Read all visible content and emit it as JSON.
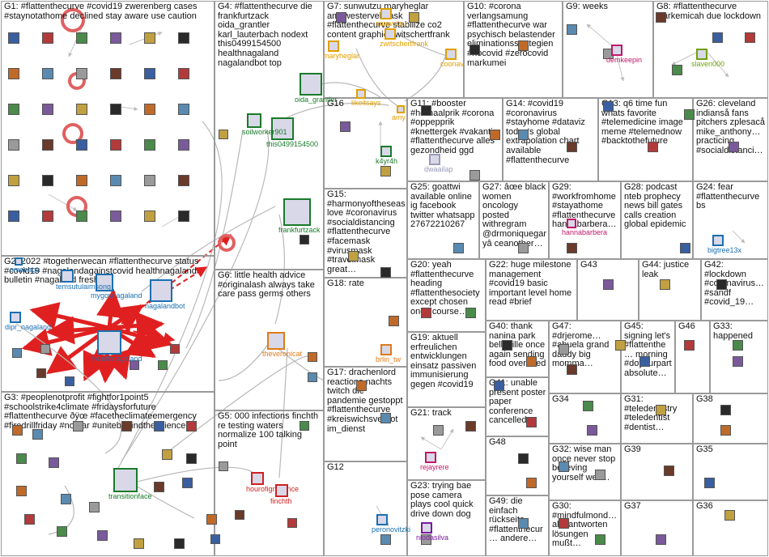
{
  "groups": [
    {
      "id": "G1",
      "label": "G1: #flattenthecurve #covid19 zwerenberg cases #staynotathome declined stay aware use caution"
    },
    {
      "id": "G2",
      "label": "G2: 2022 #togetherwecan #flattenthecurve status #covid19 #nagalandagainstcovid healthnagaland bulletin #nagaland fresh"
    },
    {
      "id": "G3",
      "label": "G3: #peoplenotprofit #fightfor1point5 #schoolstrike4climate #fridaysforfuture #flattenthecurve ðÿœ #facetheclimateemergency #firedrillfriday #nofear #unitebehindthescience"
    },
    {
      "id": "G4",
      "label": "G4: #flattenthecurve die frankfurtzack oida_grantler karl_lauterbach nodext this0499154500 healthnagaland nagalandbot top"
    },
    {
      "id": "G5",
      "label": "G5: 000 infections finchth re testing waters normalize 100 talking point"
    },
    {
      "id": "G6",
      "label": "G6: little health advice #originalash always take care pass germs others"
    },
    {
      "id": "G7",
      "label": "G7: sunwutzu maryheglar amywestervelt task #flattenthecurve stabilize co2 content graphic zwitschertfrank"
    },
    {
      "id": "G8",
      "label": "G8: #flattenthecurve clarkemicah due lockdown"
    },
    {
      "id": "G9",
      "label": "G9: weeks"
    },
    {
      "id": "G10",
      "label": "G10: #corona verlangsamung #flattenthecurve war psychisch belastender eliminationsstrategien #nocovid #zerocovid markumei"
    },
    {
      "id": "G11",
      "label": "G11: #booster #herhaalprik #corona #oppepprik #knettergek #vakantie #flattenthecurve alles gezondheid ggd"
    },
    {
      "id": "G12",
      "label": "G12"
    },
    {
      "id": "G13",
      "label": "G13: q6 time fun whats favorite #telemedicine image meme #telemednow #backtothefuture"
    },
    {
      "id": "G14",
      "label": "G14: #covid19 #coronavirus #stayhome #dataviz today's global extrapolation chart available #flattenthecurve"
    },
    {
      "id": "G15",
      "label": "G15: #harmonyoftheseas love #coronavirus #socialdistancing #flattenthecurve #facemask #virusmask #travelmask great…"
    },
    {
      "id": "G16",
      "label": "G16"
    },
    {
      "id": "G17",
      "label": "G17: drachenlord reactions nachts twitch die pandemie gestoppt #flattenthecurve #kreiswichsverbot im_dienst"
    },
    {
      "id": "G18",
      "label": "G18: rate"
    },
    {
      "id": "G19",
      "label": "G19: aktuell erfreulichen entwicklungen einsatz passiven immunisierung gegen #covid19"
    },
    {
      "id": "G20",
      "label": "G20: yeah #flattenthecurve heading #flattenthesociety except chosen ones course…"
    },
    {
      "id": "G21",
      "label": "G21: track"
    },
    {
      "id": "G22",
      "label": "G22: huge milestone management #covid19 basic important level home read #brief"
    },
    {
      "id": "G23",
      "label": "G23: trying bae pose camera plays cool quick drive down dog"
    },
    {
      "id": "G24",
      "label": "G24: fear #flattenthecurve bs"
    },
    {
      "id": "G25",
      "label": "G25: goattwi available online ig facebook twitter whatsapp 27672210267"
    },
    {
      "id": "G26",
      "label": "G26: cleveland indianså fans pitchers zplesacå mike_anthony… practicing #socialdistanci…"
    },
    {
      "id": "G27",
      "label": "G27: âœe black women oncology posted withregram @drmoniquegaryâ ceanother…"
    },
    {
      "id": "G28",
      "label": "G28: podcast nteb prophecy news bill gates calls creation global epidemic"
    },
    {
      "id": "G29",
      "label": "G29: #workfromhome #stayathome #flattenthecurve hannabarbera…"
    },
    {
      "id": "G30",
      "label": "G30: #mindfulmond… alle antworten lösungen mußt…"
    },
    {
      "id": "G31",
      "label": "G31: #teledentistry #teledentist #dentist…"
    },
    {
      "id": "G32",
      "label": "G32: wise man once never stop believing yourself well…"
    },
    {
      "id": "G33",
      "label": "G33: happened"
    },
    {
      "id": "G34",
      "label": "G34"
    },
    {
      "id": "G35",
      "label": "G35"
    },
    {
      "id": "G36",
      "label": "G36"
    },
    {
      "id": "G37",
      "label": "G37"
    },
    {
      "id": "G38",
      "label": "G38"
    },
    {
      "id": "G39",
      "label": "G39"
    },
    {
      "id": "G40",
      "label": "G40: thank nanina park belleville once again sending food over feed"
    },
    {
      "id": "G41",
      "label": "G41: unable present poster paper conference cancelled…"
    },
    {
      "id": "G42",
      "label": "G42: #lockdown #coronavirus… #sandf #covid_19…"
    },
    {
      "id": "G43",
      "label": "G43"
    },
    {
      "id": "G44",
      "label": "G44: justice leak"
    },
    {
      "id": "G45",
      "label": "G45: signing let's #flattenthe… morning #doyourpart absolute…"
    },
    {
      "id": "G46",
      "label": "G46"
    },
    {
      "id": "G47",
      "label": "G47: #drjerome… #abuela grand daddy big momma…"
    },
    {
      "id": "G48",
      "label": "G48"
    },
    {
      "id": "G49",
      "label": "G49: die einfach rückseite #flattenthecur… andere…"
    }
  ],
  "nodes": [
    {
      "id": "healthnagaland",
      "label": "healthnagaland",
      "color": "#1a6fb0"
    },
    {
      "id": "nagalandbot",
      "label": "nagalandbot",
      "color": "#1a6fb0"
    },
    {
      "id": "mygovnagaland",
      "label": "mygovnagaland",
      "color": "#1a6fb0"
    },
    {
      "id": "temsutulaimsong",
      "label": "temsutulaimsong",
      "color": "#1a6fb0"
    },
    {
      "id": "dipr_nagaland",
      "label": "dipr_nagaland",
      "color": "#1a6fb0"
    },
    {
      "id": "omonaga",
      "label": "omonaga",
      "color": "#1a6fb0"
    },
    {
      "id": "transitionface",
      "label": "transitionface",
      "color": "#1a7a2a"
    },
    {
      "id": "this0499154500",
      "label": "this0499154500",
      "color": "#1a7a2a"
    },
    {
      "id": "soilworker901",
      "label": "soilworker901",
      "color": "#1a7a2a"
    },
    {
      "id": "frankfurtzack",
      "label": "frankfurtzack",
      "color": "#1a7a2a"
    },
    {
      "id": "oida_grantler",
      "label": "oida_grantler",
      "color": "#1a7a2a"
    },
    {
      "id": "maryheglar",
      "label": "maryheglar",
      "color": "#e0a000"
    },
    {
      "id": "sunwutzu",
      "label": "sunwutzu",
      "color": "#e0a000"
    },
    {
      "id": "zwitschertfrank",
      "label": "zwitschertfrank",
      "color": "#e0a000"
    },
    {
      "id": "coonav",
      "label": "coonav",
      "color": "#e0a000"
    },
    {
      "id": "likeitsays",
      "label": "likeitsays",
      "color": "#e0a000"
    },
    {
      "id": "amy",
      "label": "amy",
      "color": "#e0a000"
    },
    {
      "id": "theveronicat",
      "label": "theveronicat",
      "color": "#e07a1a"
    },
    {
      "id": "hourofignorance",
      "label": "hourofignorance",
      "color": "#d02020"
    },
    {
      "id": "finchth",
      "label": "finchth",
      "color": "#d02020"
    },
    {
      "id": "demkeepin",
      "label": "demkeepin",
      "color": "#c0186a"
    },
    {
      "id": "slaven000",
      "label": "slaven000",
      "color": "#70a010"
    },
    {
      "id": "k4yr4h",
      "label": "k4yr4h",
      "color": "#1a7a2a"
    },
    {
      "id": "dwaailap",
      "label": "dwaailap",
      "color": "#9a9ab8"
    },
    {
      "id": "brlin_tw",
      "label": "brlin_tw",
      "color": "#e07a1a"
    },
    {
      "id": "rejayrere",
      "label": "rejayrere",
      "color": "#c0186a"
    },
    {
      "id": "peronovitzki",
      "label": "peronovitzki",
      "color": "#1a6fb0"
    },
    {
      "id": "niodasilva",
      "label": "niodasilva",
      "color": "#7a1aa0"
    },
    {
      "id": "bigtree13x",
      "label": "bigtree13x",
      "color": "#1a6fb0"
    },
    {
      "id": "hannabarbera",
      "label": "hannabarbera",
      "color": "#c0186a"
    }
  ]
}
